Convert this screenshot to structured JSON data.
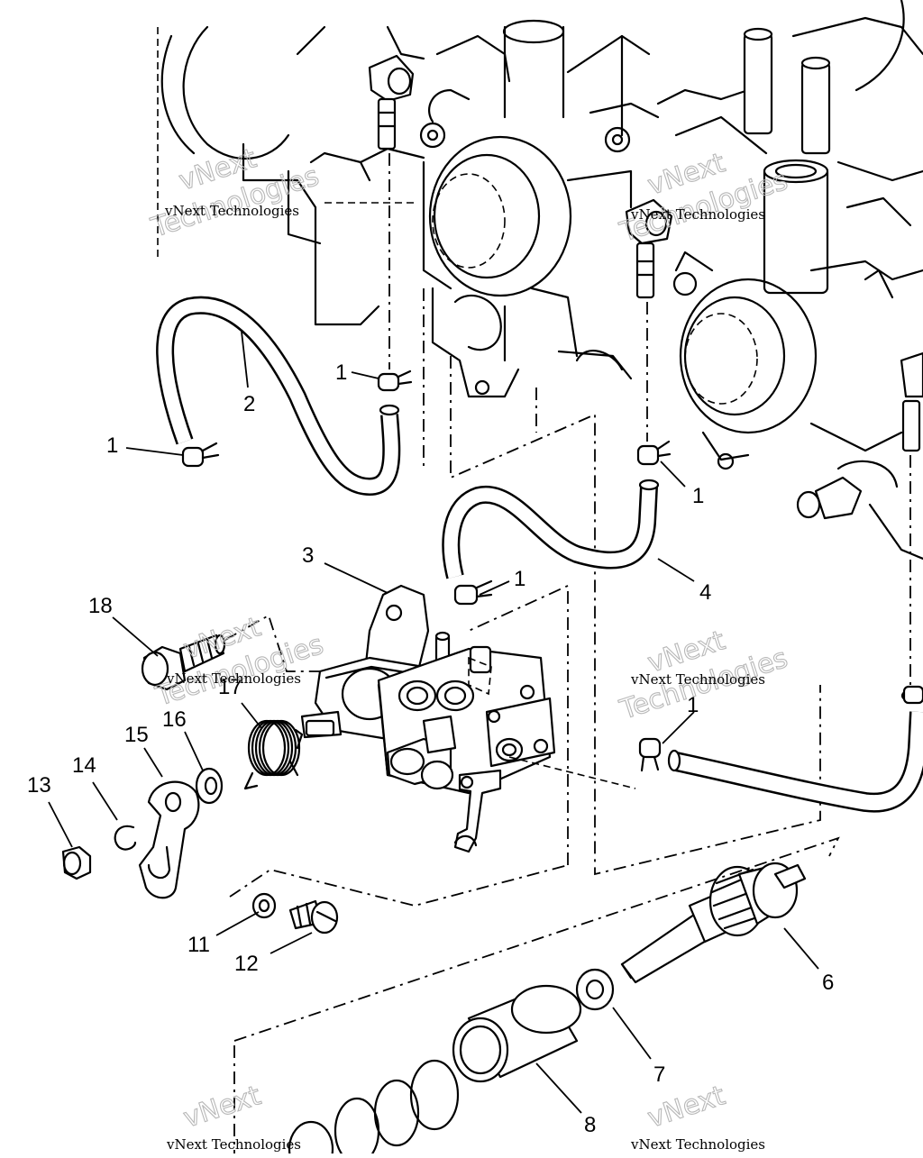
{
  "watermark": {
    "small_text": "vNext Technologies",
    "big_line1": "vNext",
    "big_line2": "Technologies"
  },
  "callouts": [
    "1",
    "2",
    "3",
    "4",
    "6",
    "7",
    "8",
    "11",
    "12",
    "13",
    "14",
    "15",
    "16",
    "17",
    "18"
  ]
}
